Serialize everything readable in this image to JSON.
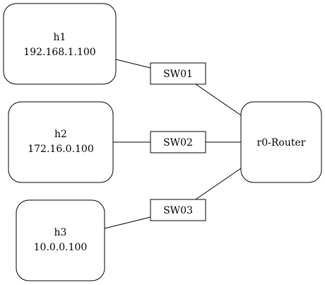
{
  "diagram": {
    "hosts": [
      {
        "name": "h1",
        "ip": "192.168.1.100"
      },
      {
        "name": "h2",
        "ip": "172.16.0.100"
      },
      {
        "name": "h3",
        "ip": "10.0.0.100"
      }
    ],
    "switches": [
      {
        "label": "SW01"
      },
      {
        "label": "SW02"
      },
      {
        "label": "SW03"
      }
    ],
    "router": {
      "label": "r0-Router"
    }
  }
}
